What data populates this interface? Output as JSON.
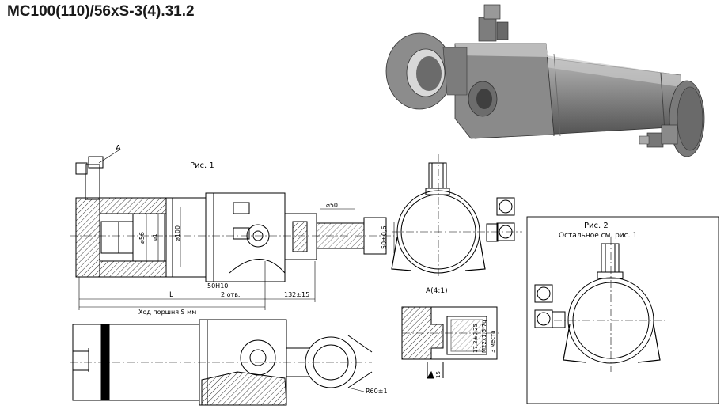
{
  "title": "MC100(110)/56xS-3(4).31.2",
  "labels": {
    "callout_a": "A",
    "fig1": "Рис. 1",
    "fig2": "Рис. 2",
    "fig2_note": "Остальное см. рис. 1",
    "view_a": "А(4:1)",
    "dim_d50": "⌀50",
    "dim_50h": "50±0,6",
    "dim_d56": "⌀56",
    "dim_d100": "⌀100",
    "dim_50h10": "50H10",
    "dim_2holes": "2 отв.",
    "dim_132": "132±15",
    "dim_l": "L",
    "stroke": "Ход поршня S мм",
    "dim_17": "17,2±0,25",
    "dim_m22": "M22x1,5-7g",
    "dim_3places": "3 места",
    "dim_r60": "R60±1",
    "dim_15": "15",
    "dim_hole1": "⌀1"
  },
  "colors": {
    "line": "#000000",
    "render_body": "#8e8e8e",
    "render_dark": "#5a5a5a",
    "render_light": "#b9b9b9"
  }
}
